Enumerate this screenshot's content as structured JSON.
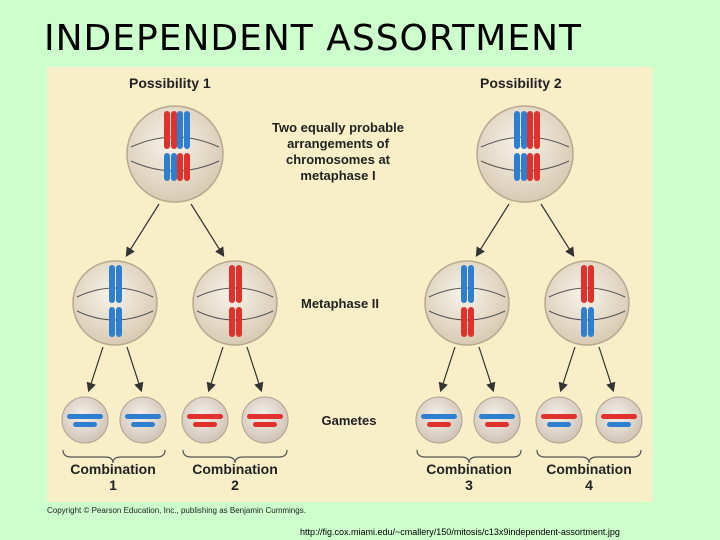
{
  "page_title": "INDEPENDENT ASSORTMENT",
  "diagram": {
    "possibility_1": "Possibility 1",
    "possibility_2": "Possibility 2",
    "center_label_lines": [
      "Two equally probable",
      "arrangements of",
      "chromosomes at",
      "metaphase I"
    ],
    "metaphase_label": "Metaphase II",
    "gametes_label": "Gametes",
    "combination_word": "Combination",
    "combination_numbers": [
      "1",
      "2",
      "3",
      "4"
    ]
  },
  "copyright": "Copyright © Pearson Education, Inc., publishing as Benjamin Cummings.",
  "source_url": "http://fig.cox.miami.edu/~cmallery/150/mitosis/c13x9independent-assortment.jpg",
  "colors": {
    "background": "#ccffcc",
    "panel": "#f8efc8",
    "chromosome_blue": "#2f7fd0",
    "chromosome_red": "#e0312c",
    "cell": "#ece4d4"
  }
}
